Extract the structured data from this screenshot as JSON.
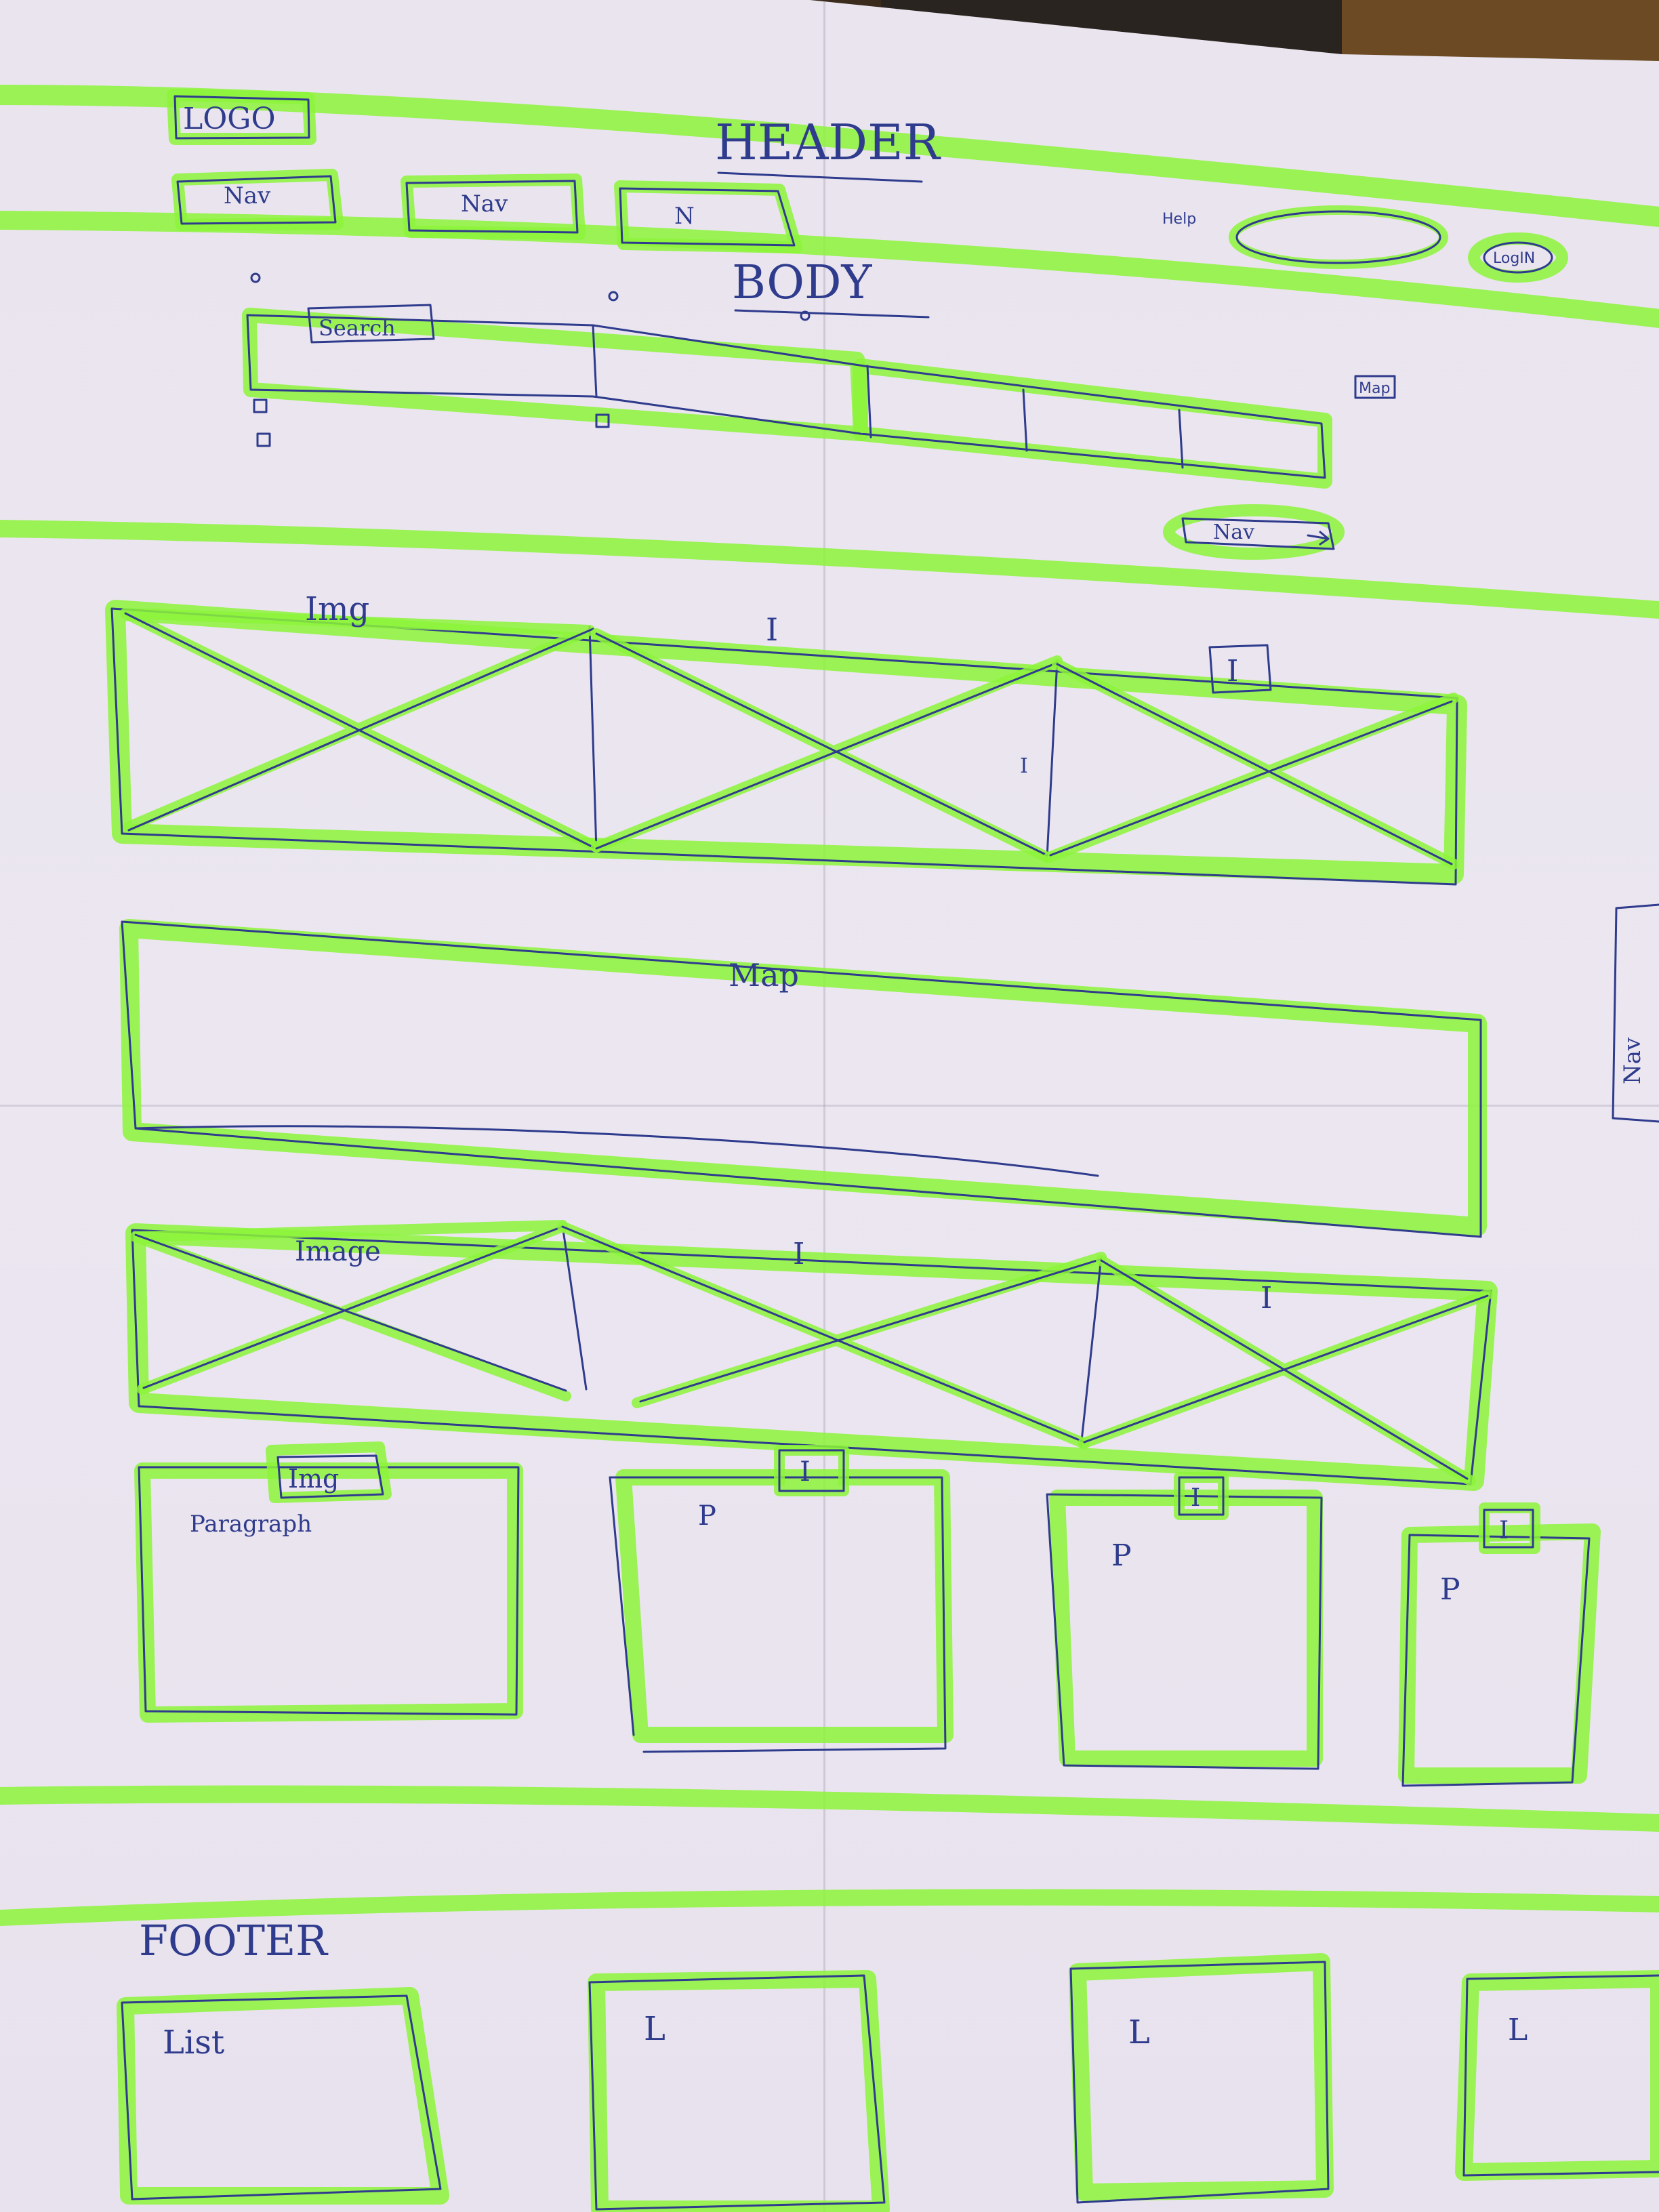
{
  "header": {
    "logo": "LOGO",
    "title": "HEADER",
    "nav": [
      "Nav",
      "Nav",
      "N"
    ],
    "help": "Help",
    "login": "LogIN"
  },
  "body": {
    "title": "BODY",
    "search": "Search",
    "map_small": "Map",
    "nav_button": "Nav",
    "nav_side": "Nav",
    "image_row_1": [
      "Img",
      "I",
      "I",
      "I"
    ],
    "map": "Map",
    "image_row_2": [
      "Image",
      "I",
      "I"
    ],
    "cards": [
      {
        "image": "Img",
        "text": "Paragraph"
      },
      {
        "image": "I",
        "text": "P"
      },
      {
        "image": "I",
        "text": "P"
      },
      {
        "image": "I",
        "text": "P"
      }
    ]
  },
  "footer": {
    "title": "FOOTER",
    "lists": [
      "List",
      "L",
      "L",
      "L"
    ]
  },
  "colors": {
    "paper": "#ebe6f0",
    "highlighter": "#8cf53a",
    "ink": "#2f3b8c"
  }
}
